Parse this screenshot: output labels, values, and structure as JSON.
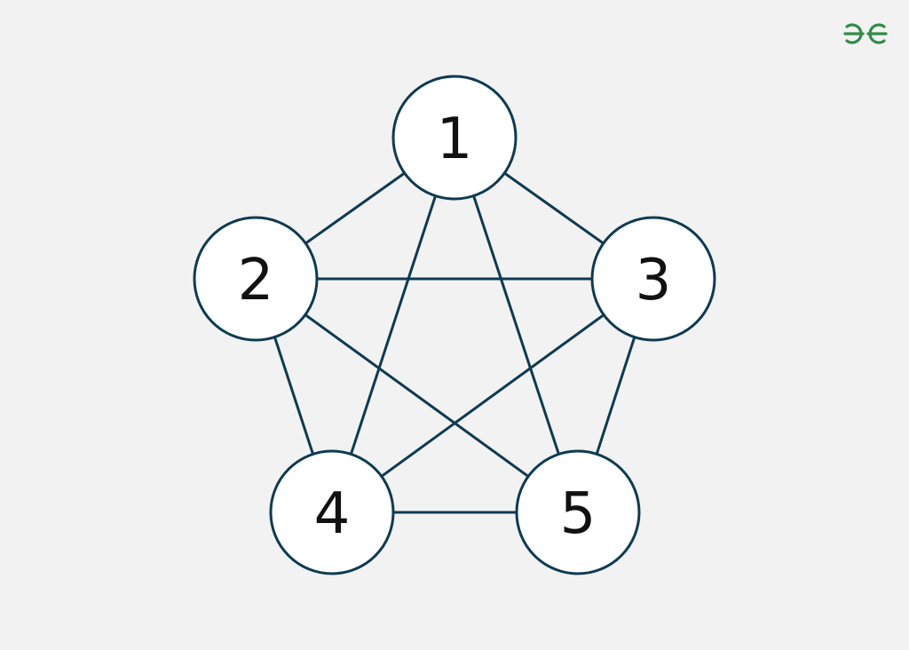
{
  "diagram": {
    "type": "complete-graph",
    "colors": {
      "background": "#f2f2f2",
      "edge": "#0f3a52",
      "node_fill": "#ffffff",
      "node_stroke": "#0f3a52",
      "label": "#111111",
      "logo": "#2f8d46"
    },
    "nodes": [
      {
        "id": "n1",
        "label": "1"
      },
      {
        "id": "n2",
        "label": "2"
      },
      {
        "id": "n3",
        "label": "3"
      },
      {
        "id": "n4",
        "label": "4"
      },
      {
        "id": "n5",
        "label": "5"
      }
    ],
    "edges": [
      {
        "from": "n1",
        "to": "n2"
      },
      {
        "from": "n1",
        "to": "n3"
      },
      {
        "from": "n1",
        "to": "n4"
      },
      {
        "from": "n1",
        "to": "n5"
      },
      {
        "from": "n2",
        "to": "n3"
      },
      {
        "from": "n2",
        "to": "n4"
      },
      {
        "from": "n2",
        "to": "n5"
      },
      {
        "from": "n3",
        "to": "n4"
      },
      {
        "from": "n3",
        "to": "n5"
      },
      {
        "from": "n4",
        "to": "n5"
      }
    ]
  },
  "logo": {
    "icon": "geeksforgeeks-logo-icon"
  }
}
